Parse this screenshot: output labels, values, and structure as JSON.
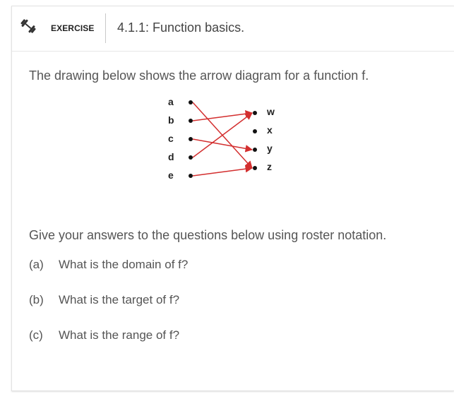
{
  "header": {
    "exercise_label": "EXERCISE",
    "title": "4.1.1: Function basics."
  },
  "intro": "The drawing below shows the arrow diagram for a function f.",
  "diagram": {
    "domain": [
      "a",
      "b",
      "c",
      "d",
      "e"
    ],
    "codomain": [
      "w",
      "x",
      "y",
      "z"
    ],
    "mapping": [
      {
        "from": "a",
        "to": "z"
      },
      {
        "from": "b",
        "to": "w"
      },
      {
        "from": "c",
        "to": "y"
      },
      {
        "from": "d",
        "to": "w"
      },
      {
        "from": "e",
        "to": "z"
      }
    ],
    "arrow_color": "#d32f2f",
    "dot_color": "#111111"
  },
  "prompt": "Give your answers to the questions below using roster notation.",
  "questions": [
    {
      "letter": "(a)",
      "text": "What is the domain of f?"
    },
    {
      "letter": "(b)",
      "text": "What is the target of f?"
    },
    {
      "letter": "(c)",
      "text": "What is the range of f?"
    }
  ]
}
